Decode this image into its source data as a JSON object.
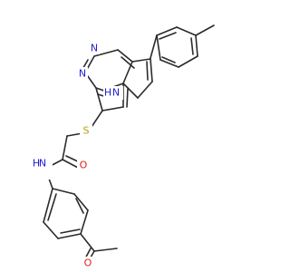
{
  "atom_labels": {
    "n_pyrimidine_top": "N",
    "n_pyrimidine_left": "N",
    "nh_pyrrole": "H",
    "n_pyrrole": "N",
    "s_thioether": "S",
    "o_amide": "O",
    "n_amide": "N",
    "h_amide": "H",
    "o_acetyl": "O"
  },
  "colors": {
    "bond": "#2b2b2b",
    "nitrogen": "#1f1fd6",
    "oxygen": "#e0201b",
    "sulfur": "#b8a000"
  }
}
